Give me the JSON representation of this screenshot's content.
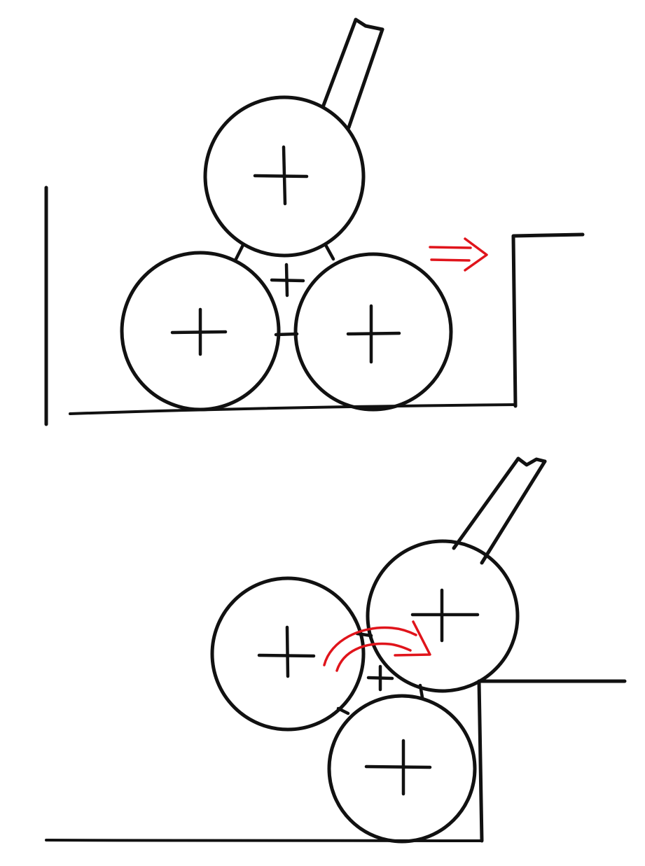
{
  "colors": {
    "background": "#ffffff",
    "ink": "#111111",
    "accent": "#e0141b"
  },
  "panels": [
    {
      "name": "top-panel",
      "wheel_count": 3,
      "hub_count": 1,
      "handle_count": 1,
      "indicator": "double-arrow-right-icon",
      "obstacle": "step-edge"
    },
    {
      "name": "bottom-panel",
      "wheel_count": 3,
      "hub_count": 1,
      "handle_count": 1,
      "indicator": "curved-arrow-right-icon",
      "obstacle": "step-edge"
    }
  ]
}
